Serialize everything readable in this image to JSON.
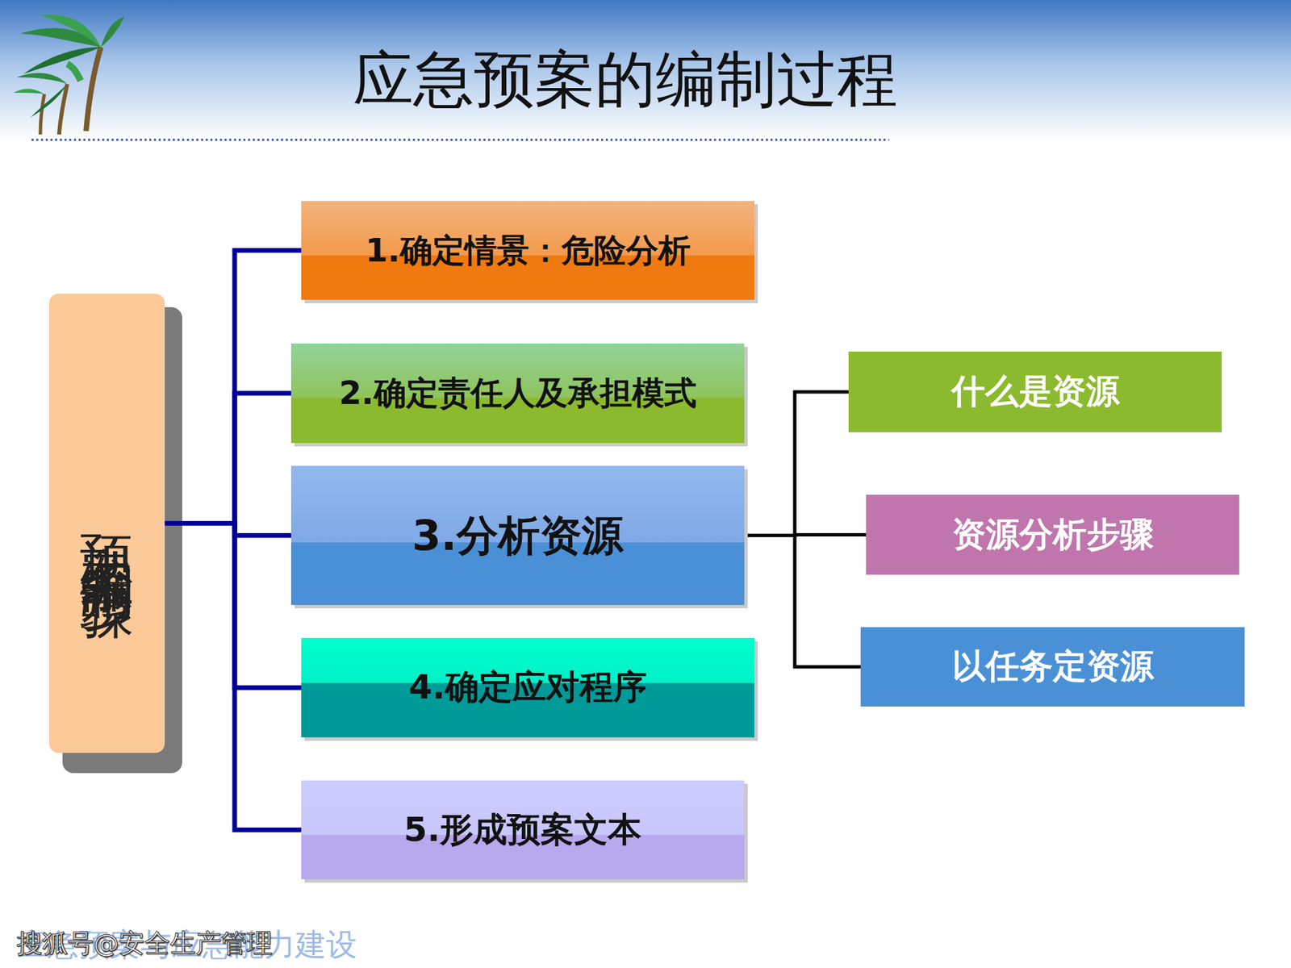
{
  "diagram": {
    "title": "应急预案的编制过程",
    "nodes": [
      {
        "text": [
          "预案编制步骤"
        ]
      },
      {
        "text": [
          "1.确定情景：危险分析"
        ]
      },
      {
        "text": [
          "2.确定责任人及承担模式"
        ]
      },
      {
        "text": [
          "3.分析资源"
        ]
      },
      {
        "text": [
          "4.确定应对程序"
        ]
      },
      {
        "text": [
          "5.形成预案文本"
        ]
      },
      {
        "text": [
          "什么是资源"
        ]
      },
      {
        "text": [
          "资源分析步骤"
        ]
      },
      {
        "text": [
          "以任务定资源"
        ]
      }
    ],
    "edges": [
      {
        "from": 0,
        "to": 1,
        "arrow": "none"
      },
      {
        "from": 0,
        "to": 2,
        "arrow": "none"
      },
      {
        "from": 0,
        "to": 3,
        "arrow": "none"
      },
      {
        "from": 0,
        "to": 4,
        "arrow": "none"
      },
      {
        "from": 0,
        "to": 5,
        "arrow": "none"
      },
      {
        "from": 3,
        "to": 6,
        "arrow": "none"
      },
      {
        "from": 3,
        "to": 7,
        "arrow": "none"
      },
      {
        "from": 3,
        "to": 8,
        "arrow": "none"
      }
    ],
    "labels": [
      "应急预案与应急能力建设",
      "搜狐号@安全生产管理"
    ]
  }
}
